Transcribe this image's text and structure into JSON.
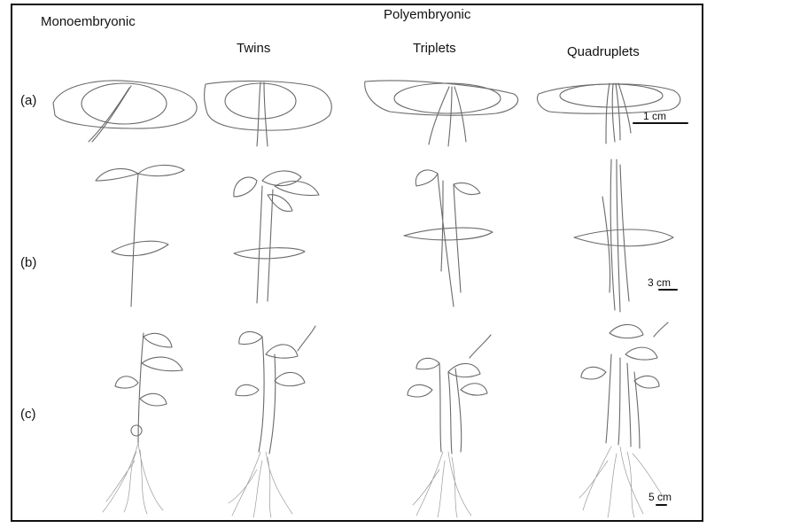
{
  "header": {
    "monoembryonic": "Monoembryonic",
    "polyembryonic": "Polyembryonic",
    "columns": [
      "Twins",
      "Triplets",
      "Quadruplets"
    ]
  },
  "rows": [
    "(a)",
    "(b)",
    "(c)"
  ],
  "scales": [
    "1 cm",
    "3 cm",
    "5 cm"
  ]
}
